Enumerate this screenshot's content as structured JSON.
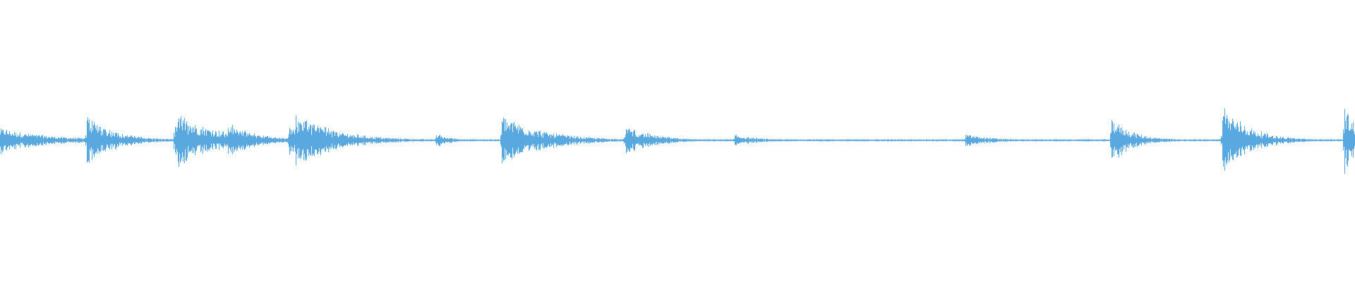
{
  "waveform": {
    "color": "#5aa8e0",
    "background": "#ffffff",
    "peaks": [
      {
        "time": 0.0,
        "amplitude": 0.1,
        "decay": 0.035
      },
      {
        "time": 0.064,
        "amplitude": 0.2,
        "decay": 0.02
      },
      {
        "time": 0.129,
        "amplitude": 0.22,
        "decay": 0.03
      },
      {
        "time": 0.168,
        "amplitude": 0.14,
        "decay": 0.02
      },
      {
        "time": 0.213,
        "amplitude": 0.14,
        "decay": 0.012
      },
      {
        "time": 0.218,
        "amplitude": 0.2,
        "decay": 0.03
      },
      {
        "time": 0.321,
        "amplitude": 0.06,
        "decay": 0.01
      },
      {
        "time": 0.37,
        "amplitude": 0.2,
        "decay": 0.03
      },
      {
        "time": 0.461,
        "amplitude": 0.12,
        "decay": 0.02
      },
      {
        "time": 0.542,
        "amplitude": 0.04,
        "decay": 0.02
      },
      {
        "time": 0.712,
        "amplitude": 0.05,
        "decay": 0.02
      },
      {
        "time": 0.82,
        "amplitude": 0.19,
        "decay": 0.015
      },
      {
        "time": 0.902,
        "amplitude": 0.27,
        "decay": 0.02
      },
      {
        "time": 0.992,
        "amplitude": 0.29,
        "decay": 0.01
      }
    ]
  }
}
